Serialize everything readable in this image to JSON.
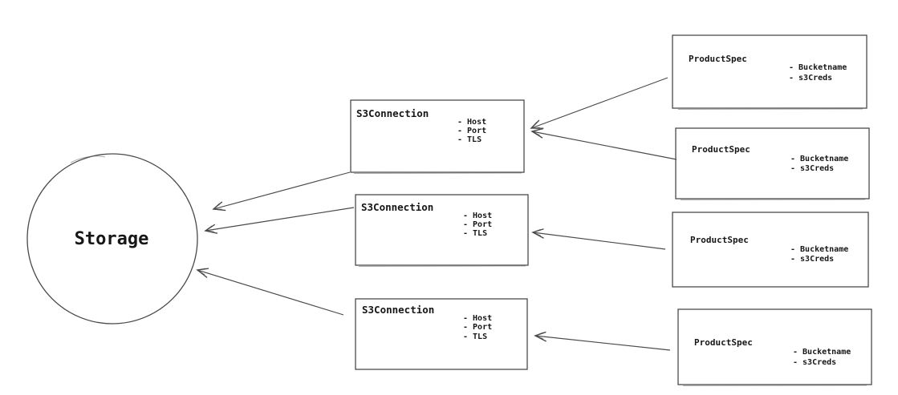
{
  "diagram": {
    "storage_node": {
      "label": "Storage"
    },
    "s3_connection_nodes": [
      {
        "title": "S3Connection",
        "attributes": [
          "- Host",
          "- Port",
          "- TLS"
        ]
      },
      {
        "title": "S3Connection",
        "attributes": [
          "- Host",
          "- Port",
          "- TLS"
        ]
      },
      {
        "title": "S3Connection",
        "attributes": [
          "- Host",
          "- Port",
          "- TLS"
        ]
      }
    ],
    "product_spec_nodes": [
      {
        "title": "ProductSpec",
        "attributes": [
          "- Bucketname",
          "- s3Creds"
        ]
      },
      {
        "title": "ProductSpec",
        "attributes": [
          "- Bucketname",
          "- s3Creds"
        ]
      },
      {
        "title": "ProductSpec",
        "attributes": [
          "- Bucketname",
          "- s3Creds"
        ]
      },
      {
        "title": "ProductSpec",
        "attributes": [
          "- Bucketname",
          "- s3Creds"
        ]
      }
    ],
    "edges": [
      {
        "from": "product-spec-1",
        "to": "s3-connection-1"
      },
      {
        "from": "product-spec-2",
        "to": "s3-connection-1"
      },
      {
        "from": "product-spec-3",
        "to": "s3-connection-2"
      },
      {
        "from": "product-spec-4",
        "to": "s3-connection-3"
      },
      {
        "from": "s3-connection-1",
        "to": "storage"
      },
      {
        "from": "s3-connection-2",
        "to": "storage"
      },
      {
        "from": "s3-connection-3",
        "to": "storage"
      }
    ],
    "colors": {
      "stroke": "#4a4a4a",
      "text": "#161616",
      "background": "#ffffff"
    }
  }
}
